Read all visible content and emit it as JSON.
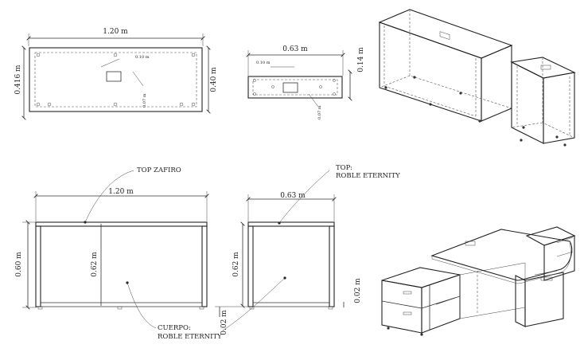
{
  "views": {
    "top_plan_left": {
      "width_label": "1.20 m",
      "outer_depth_label": "0.416 m",
      "inner_depth_label": "0.40 m",
      "hole_label_a": "0.10 m",
      "hole_label_b": "0.07 m"
    },
    "top_plan_right": {
      "width_label": "0.63 m",
      "height_label": "0.14 m",
      "hole_label_a": "0.10 m",
      "hole_label_b": "0.07 m"
    },
    "front_left": {
      "width_label": "1.20 m",
      "outer_height_label": "0.60 m",
      "inner_height_label": "0.62 m",
      "top_callout": "TOP ZAFIRO",
      "body_callout_line1": "CUERPO:",
      "body_callout_line2": "ROBLE ETERNITY"
    },
    "front_right": {
      "width_label": "0.63 m",
      "height_label": "0.62 m",
      "side_label": "0.02 m",
      "bottom_label": "0.02 m",
      "top_callout_line1": "TOP:",
      "top_callout_line2": "ROBLE ETERNITY"
    }
  },
  "colors": {
    "line": "#333333",
    "background": "#ffffff"
  }
}
